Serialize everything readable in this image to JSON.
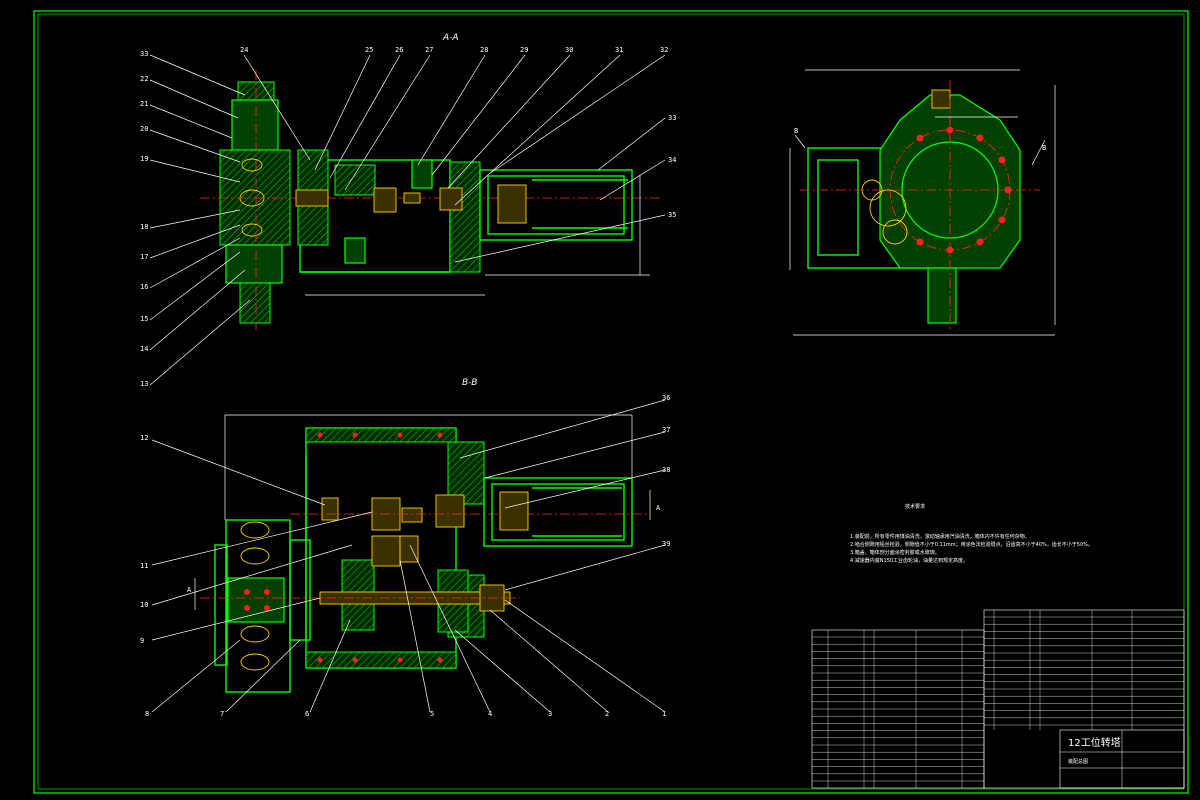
{
  "views": {
    "section_aa_title": "A-A",
    "section_bb_title": "B-B"
  },
  "labels_aa": [
    "33",
    "22",
    "21",
    "20",
    "19",
    "18",
    "17",
    "16",
    "15",
    "14",
    "13",
    "24",
    "25",
    "26",
    "27",
    "28",
    "29",
    "30",
    "31",
    "32",
    "33",
    "34",
    "35"
  ],
  "labels_bb": [
    "12",
    "11",
    "10",
    "9",
    "8",
    "7",
    "6",
    "5",
    "4",
    "3",
    "2",
    "1",
    "36",
    "37",
    "38",
    "39"
  ],
  "section_markers": [
    "A",
    "A",
    "B",
    "B"
  ],
  "notes": {
    "heading": "技术要求",
    "lines": [
      "1.装配前，所有零件用煤油清洗，滚动轴承用汽油清洗，箱体内不许有任何杂物。",
      "2.啮合侧隙用铅丝检验，侧隙值不小于0.11mm；用涂色法检验斑点，沿齿高不小于40%，齿长不小于50%。",
      "3.箱盖、箱体剖分面涂密封胶或水玻璃。",
      "4.减速器内装N150工业齿轮油，油量达到规定高度。"
    ]
  },
  "title_block": {
    "name": "12工位转塔",
    "subtitle": "装配总图"
  },
  "colors": {
    "outline": "#00ff00",
    "center": "#ff2a2a",
    "dimension": "#ffffff",
    "highlight": "#ffd000"
  }
}
